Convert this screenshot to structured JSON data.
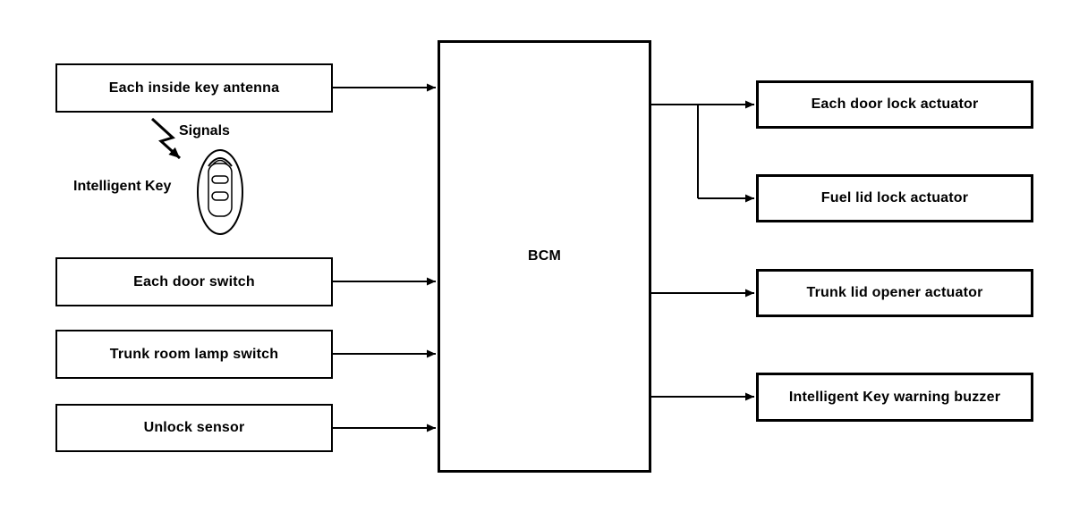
{
  "diagram": {
    "bcm": {
      "label": "BCM"
    },
    "inputs": [
      {
        "label": "Each inside key antenna"
      },
      {
        "label": "Each door switch"
      },
      {
        "label": "Trunk room lamp switch"
      },
      {
        "label": "Unlock sensor"
      }
    ],
    "outputs": [
      {
        "label": "Each door lock actuator"
      },
      {
        "label": "Fuel lid lock actuator"
      },
      {
        "label": "Trunk lid opener actuator"
      },
      {
        "label": "Intelligent Key warning buzzer"
      }
    ],
    "annotations": {
      "signals": "Signals",
      "intelligent_key": "Intelligent Key"
    },
    "icons": {
      "key_fob": "intelligent-key-fob-icon",
      "signal_arrow": "signals-zigzag-arrow-icon",
      "connector_arrow": "arrowhead-icon"
    },
    "colors": {
      "line": "#000000",
      "background": "#ffffff",
      "box_border": "#000000",
      "text": "#000000"
    }
  }
}
